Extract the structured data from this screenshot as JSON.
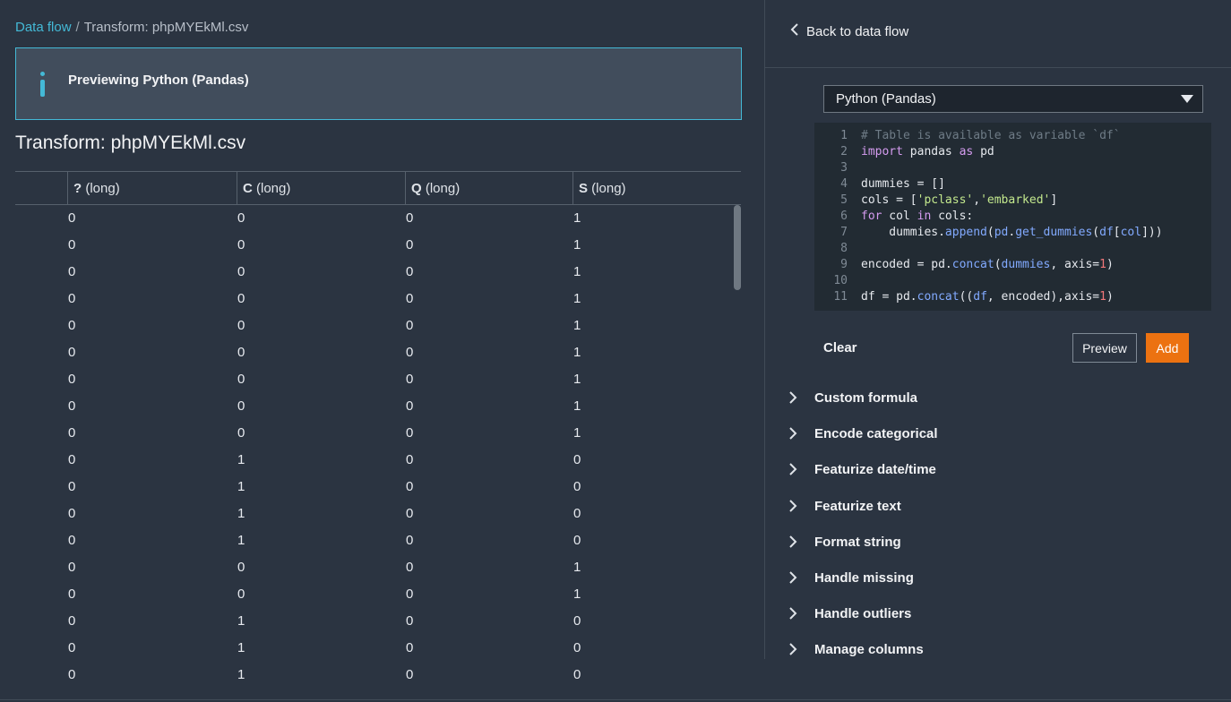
{
  "breadcrumb": {
    "root": "Data flow",
    "separator": "/",
    "current": "Transform: phpMYEkMl.csv"
  },
  "banner": {
    "icon": "info-icon",
    "text": "Previewing Python (Pandas)",
    "accent": "#44b9d6"
  },
  "page_title": "Transform: phpMYEkMl.csv",
  "table": {
    "columns": [
      {
        "name": "?",
        "type": "(long)"
      },
      {
        "name": "C",
        "type": "(long)"
      },
      {
        "name": "Q",
        "type": "(long)"
      },
      {
        "name": "S",
        "type": "(long)"
      }
    ],
    "rows": [
      [
        "0",
        "0",
        "0",
        "1"
      ],
      [
        "0",
        "0",
        "0",
        "1"
      ],
      [
        "0",
        "0",
        "0",
        "1"
      ],
      [
        "0",
        "0",
        "0",
        "1"
      ],
      [
        "0",
        "0",
        "0",
        "1"
      ],
      [
        "0",
        "0",
        "0",
        "1"
      ],
      [
        "0",
        "0",
        "0",
        "1"
      ],
      [
        "0",
        "0",
        "0",
        "1"
      ],
      [
        "0",
        "0",
        "0",
        "1"
      ],
      [
        "0",
        "1",
        "0",
        "0"
      ],
      [
        "0",
        "1",
        "0",
        "0"
      ],
      [
        "0",
        "1",
        "0",
        "0"
      ],
      [
        "0",
        "1",
        "0",
        "0"
      ],
      [
        "0",
        "0",
        "0",
        "1"
      ],
      [
        "0",
        "0",
        "0",
        "1"
      ],
      [
        "0",
        "1",
        "0",
        "0"
      ],
      [
        "0",
        "1",
        "0",
        "0"
      ],
      [
        "0",
        "1",
        "0",
        "0"
      ]
    ]
  },
  "right_panel": {
    "back_label": "Back to data flow",
    "language_select": {
      "selected": "Python (Pandas)"
    },
    "code_lines": [
      "# Table is available as variable `df`",
      "import pandas as pd",
      "",
      "dummies = []",
      "cols = ['pclass','embarked']",
      "for col in cols:",
      "    dummies.append(pd.get_dummies(df[col]))",
      "",
      "encoded = pd.concat(dummies, axis=1)",
      "",
      "df = pd.concat((df, encoded),axis=1)"
    ],
    "clear_label": "Clear",
    "preview_label": "Preview",
    "add_label": "Add",
    "add_color": "#ec7211",
    "sections": [
      "Custom formula",
      "Encode categorical",
      "Featurize date/time",
      "Featurize text",
      "Format string",
      "Handle missing",
      "Handle outliers",
      "Manage columns"
    ]
  }
}
